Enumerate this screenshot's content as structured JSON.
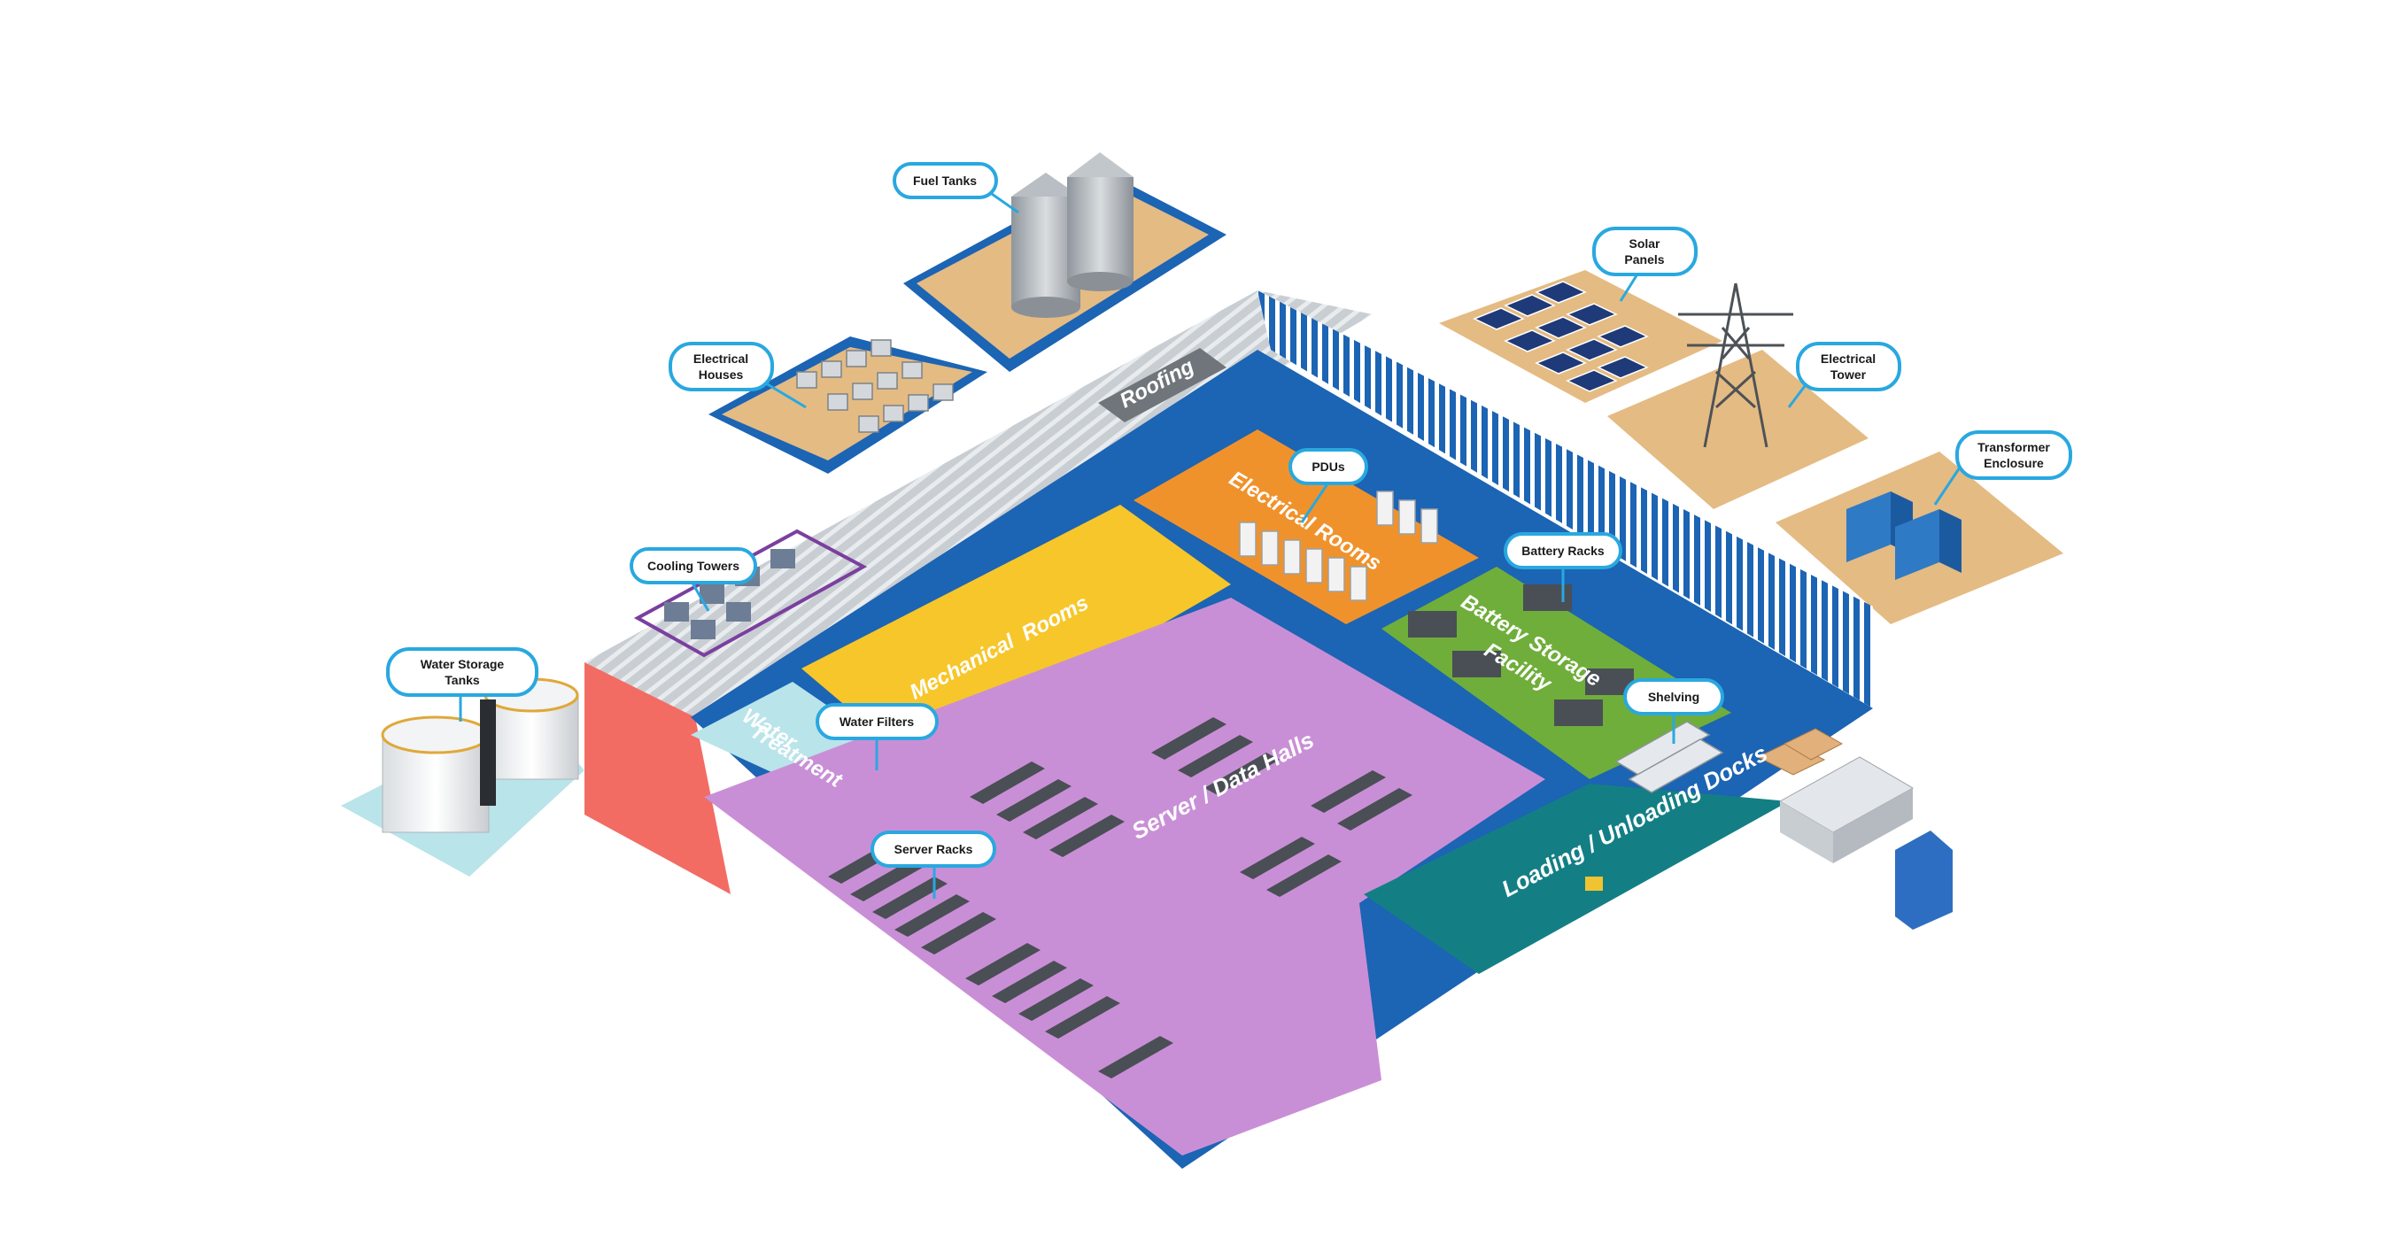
{
  "colors": {
    "wall_blue": "#1c64b4",
    "callout_border": "#29a8e0",
    "server_hall": "#c98fd6",
    "mechanical": "#f7c62a",
    "electrical": "#f0922b",
    "battery": "#6fae3a",
    "loading": "#137f84",
    "water": "#b9e4ea",
    "facade_red": "#f26c64",
    "sand": "#e4bb83"
  },
  "callouts": {
    "fuel_tanks": "Fuel Tanks",
    "solar_panels_1": "Solar",
    "solar_panels_2": "Panels",
    "electrical_houses_1": "Electrical",
    "electrical_houses_2": "Houses",
    "electrical_tower_1": "Electrical",
    "electrical_tower_2": "Tower",
    "transformer_1": "Transformer",
    "transformer_2": "Enclosure",
    "pdus": "PDUs",
    "battery_racks": "Battery Racks",
    "cooling_towers": "Cooling Towers",
    "water_storage_1": "Water Storage",
    "water_storage_2": "Tanks",
    "water_filters": "Water Filters",
    "shelving": "Shelving",
    "server_racks": "Server Racks"
  },
  "zones": {
    "roofing": "Roofing",
    "electrical_rooms": "Electrical Rooms",
    "mechanical_1": "Mechanical",
    "mechanical_2": "Rooms",
    "battery_1": "Battery Storage",
    "battery_2": "Facility",
    "water_1": "Water",
    "water_2": "Treatment",
    "server_halls": "Server / Data Halls",
    "loading_docks": "Loading / Unloading Docks"
  }
}
